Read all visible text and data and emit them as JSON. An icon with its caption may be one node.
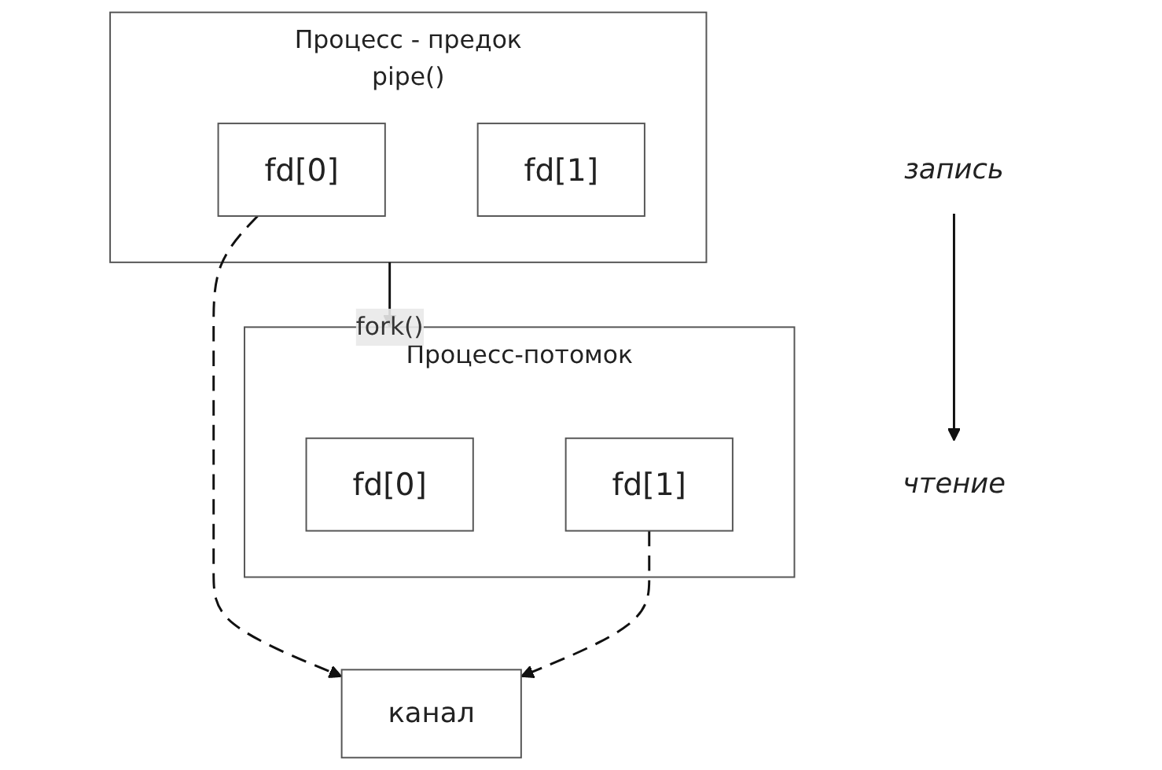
{
  "diagram": {
    "nodes": [
      {
        "text": [
          "Процесс - предок",
          "pipe()"
        ]
      },
      {
        "text": [
          "fd[0]"
        ],
        "in": 0
      },
      {
        "text": [
          "fd[1]"
        ],
        "in": 0
      },
      {
        "text": [
          "Процесс-потомок"
        ]
      },
      {
        "text": [
          "fd[0]"
        ],
        "in": 3
      },
      {
        "text": [
          "fd[1]"
        ],
        "in": 3
      },
      {
        "text": [
          "канал"
        ]
      },
      {
        "text": [
          "чтение"
        ]
      },
      {
        "text": [
          "запись"
        ]
      }
    ],
    "edges": [
      {
        "from": 0,
        "to": 3,
        "label": "fork()",
        "arrow": "to"
      },
      {
        "from": 1,
        "to": 6,
        "arrow": "to",
        "style": "dashed"
      },
      {
        "from": 5,
        "to": 6,
        "arrow": "to",
        "style": "dashed"
      },
      {
        "from": 8,
        "to": 7,
        "arrow": "to"
      }
    ]
  }
}
